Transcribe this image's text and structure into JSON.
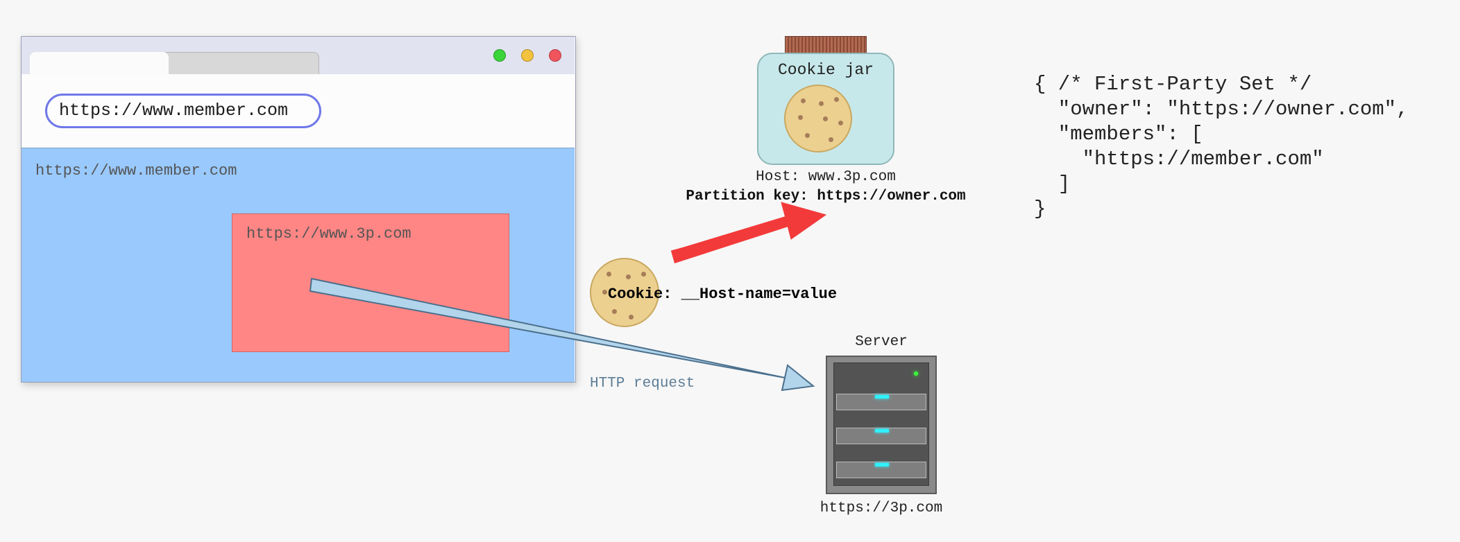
{
  "browser": {
    "address_bar_url": "https://www.member.com",
    "page_url": "https://www.member.com",
    "iframe_url": "https://www.3p.com",
    "window_buttons": [
      "green",
      "yellow",
      "red"
    ]
  },
  "cookie_jar": {
    "title": "Cookie jar",
    "host_line": "Host: www.3p.com",
    "partition_key_line": "Partition key: https://owner.com"
  },
  "first_party_set": {
    "lines": [
      "{ /* First-Party Set */",
      "  \"owner\": \"https://owner.com\",",
      "  \"members\": [",
      "    \"https://member.com\"",
      "  ]",
      "}"
    ]
  },
  "cookie_header": "Cookie: __Host-name=value",
  "http_request_label": "HTTP request",
  "server": {
    "label": "Server",
    "url": "https://3p.com"
  },
  "colors": {
    "page_bg": "#99c9fd",
    "iframe_bg": "#ff8684",
    "address_border": "#6f78e8",
    "jar_body": "#c7e8ea",
    "cookie": "#ecd090",
    "red_arrow": "#f33a3a",
    "request_arrow": "#b3d5ec"
  }
}
